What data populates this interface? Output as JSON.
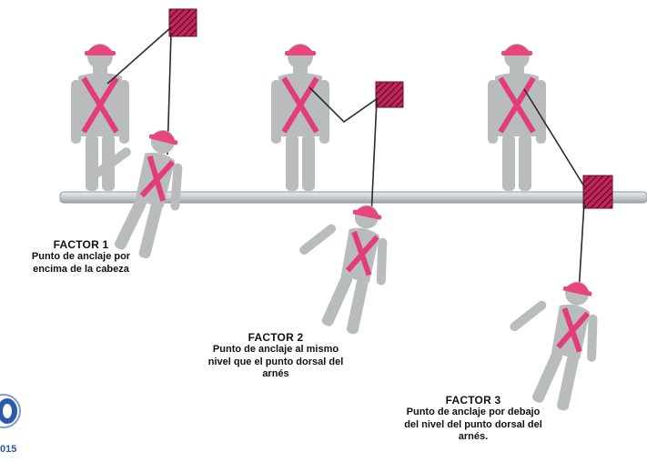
{
  "colors": {
    "helmet": "#e8457f",
    "harness": "#e23c7a",
    "figure": "#b9bcbd",
    "anchor": "#c4245a",
    "rail": "#c8cdd1",
    "line": "#2b2b2b",
    "logo": "#2d5aa8"
  },
  "factors": [
    {
      "title": "FACTOR 1",
      "description": "Punto de anclaje por encima de la cabeza"
    },
    {
      "title": "FACTOR 2",
      "description": "Punto de anclaje al mismo nivel que el punto dorsal del arnés"
    },
    {
      "title": "FACTOR 3",
      "description": "Punto de anclaje por debajo del nivel del punto dorsal del arnés."
    }
  ],
  "logo": {
    "text": "015",
    "icon": "certification-logo-icon"
  }
}
